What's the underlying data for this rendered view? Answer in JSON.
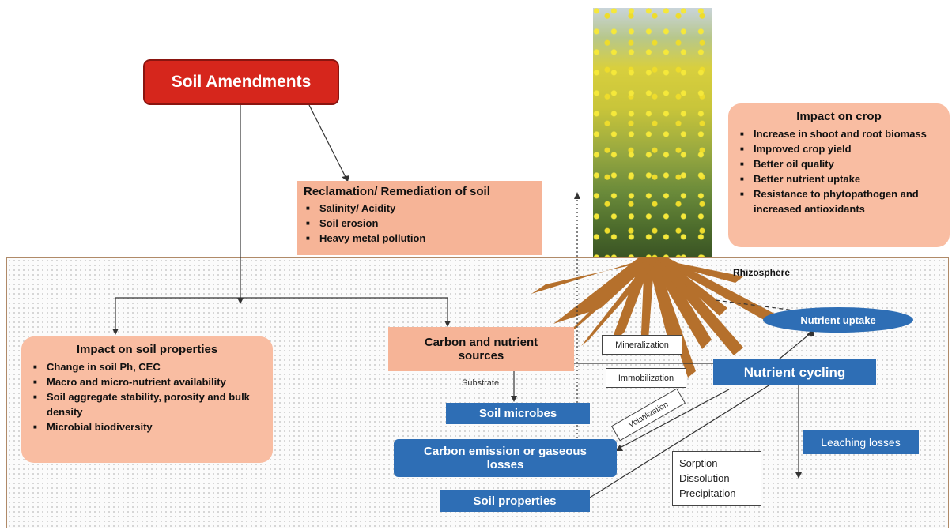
{
  "amendments": {
    "label": "Soil Amendments"
  },
  "reclamation": {
    "title": "Reclamation/ Remediation of soil",
    "items": [
      "Salinity/ Acidity",
      "Soil erosion",
      "Heavy metal pollution"
    ]
  },
  "crop": {
    "title": "Impact on crop",
    "items": [
      "Increase in shoot and root biomass",
      "Improved crop yield",
      "Better oil quality",
      "Better nutrient uptake",
      "Resistance to phytopathogen and increased antioxidants"
    ]
  },
  "soil_props": {
    "title": "Impact on soil properties",
    "items": [
      "Change in soil Ph, CEC",
      "Macro and micro-nutrient availability",
      "Soil aggregate stability, porosity and bulk density",
      "Microbial biodiversity"
    ]
  },
  "carbon_sources": {
    "label": "Carbon  and nutrient sources"
  },
  "substrate": {
    "label": "Substrate"
  },
  "soil_microbes": {
    "label": "Soil microbes"
  },
  "carbon_emission": {
    "label": "Carbon emission or gaseous losses"
  },
  "soil_properties": {
    "label": "Soil properties"
  },
  "mineralization": {
    "label": "Mineralization"
  },
  "immobilization": {
    "label": "Immobilization"
  },
  "volatilization": {
    "label": "Volatilization"
  },
  "nutrient_cycling": {
    "label": "Nutrient cycling"
  },
  "nutrient_uptake": {
    "label": "Nutrient uptake"
  },
  "rhizosphere": {
    "label": "Rhizosphere"
  },
  "leaching": {
    "label": "Leaching losses"
  },
  "sorption": {
    "lines": [
      "Sorption",
      "Dissolution",
      "Precipitation"
    ]
  },
  "colors": {
    "amendment_red": "#d6261c",
    "box_pink": "#f9bda2",
    "box_blue": "#2e6eb5",
    "root_brown": "#b5702c"
  }
}
